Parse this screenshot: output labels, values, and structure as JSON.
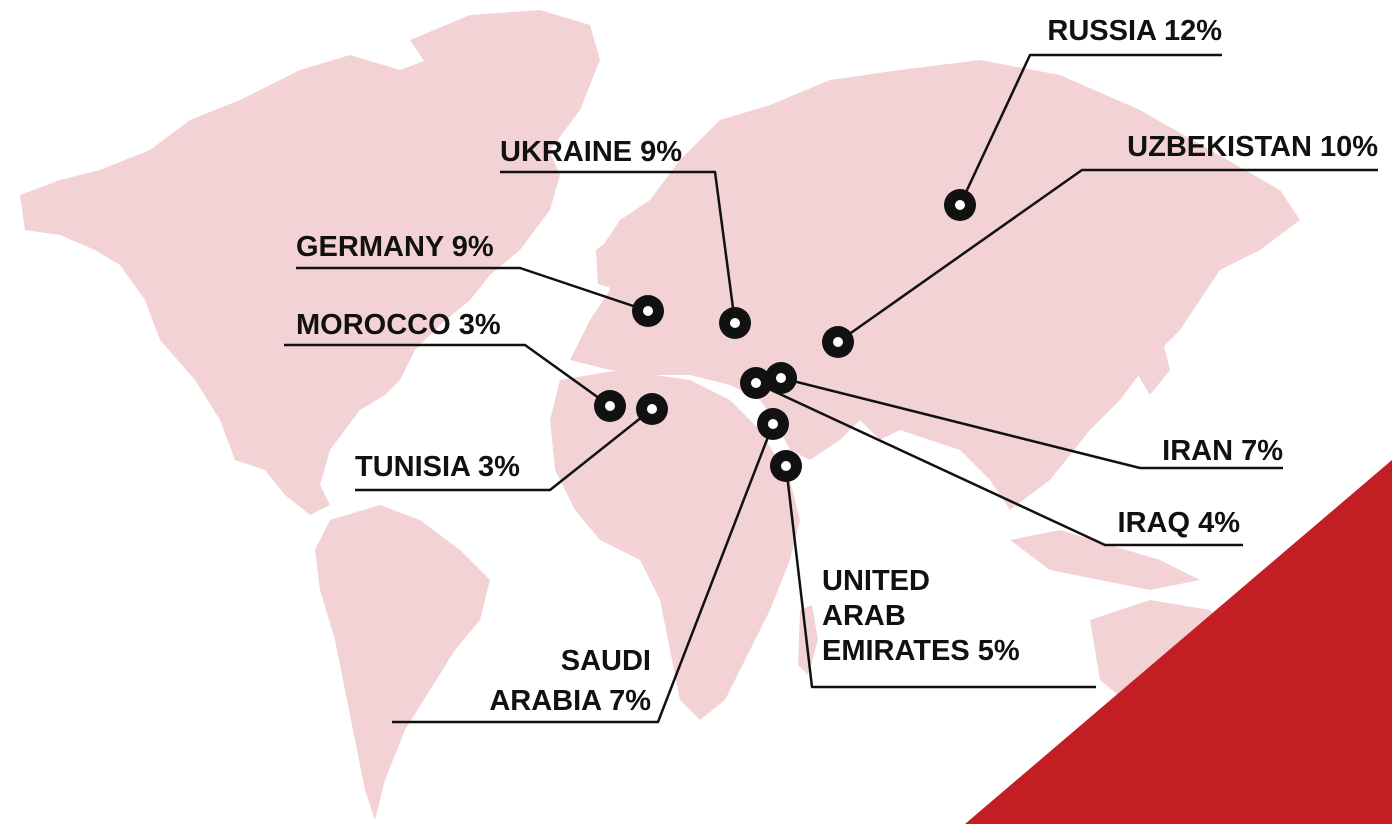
{
  "colors": {
    "land": "#f3d2d5",
    "accent_corner": "#c41e25",
    "pin": "#111111",
    "line": "#111111"
  },
  "countries": [
    {
      "id": "russia",
      "lines": [
        "RUSSIA 12%"
      ],
      "name": "Russia",
      "percent": 12
    },
    {
      "id": "uzbekistan",
      "lines": [
        "UZBEKISTAN 10%"
      ],
      "name": "Uzbekistan",
      "percent": 10
    },
    {
      "id": "ukraine",
      "lines": [
        "UKRAINE 9%"
      ],
      "name": "Ukraine",
      "percent": 9
    },
    {
      "id": "germany",
      "lines": [
        "GERMANY 9%"
      ],
      "name": "Germany",
      "percent": 9
    },
    {
      "id": "morocco",
      "lines": [
        "MOROCCO 3%"
      ],
      "name": "Morocco",
      "percent": 3
    },
    {
      "id": "tunisia",
      "lines": [
        "TUNISIA 3%"
      ],
      "name": "Tunisia",
      "percent": 3
    },
    {
      "id": "iran",
      "lines": [
        "IRAN 7%"
      ],
      "name": "Iran",
      "percent": 7
    },
    {
      "id": "iraq",
      "lines": [
        "IRAQ 4%"
      ],
      "name": "Iraq",
      "percent": 4
    },
    {
      "id": "uae",
      "lines": [
        "UNITED",
        "ARAB",
        "EMIRATES 5%"
      ],
      "name": "United Arab Emirates",
      "percent": 5
    },
    {
      "id": "saudi",
      "lines": [
        "SAUDI",
        "ARABIA 7%"
      ],
      "name": "Saudi Arabia",
      "percent": 7
    }
  ]
}
